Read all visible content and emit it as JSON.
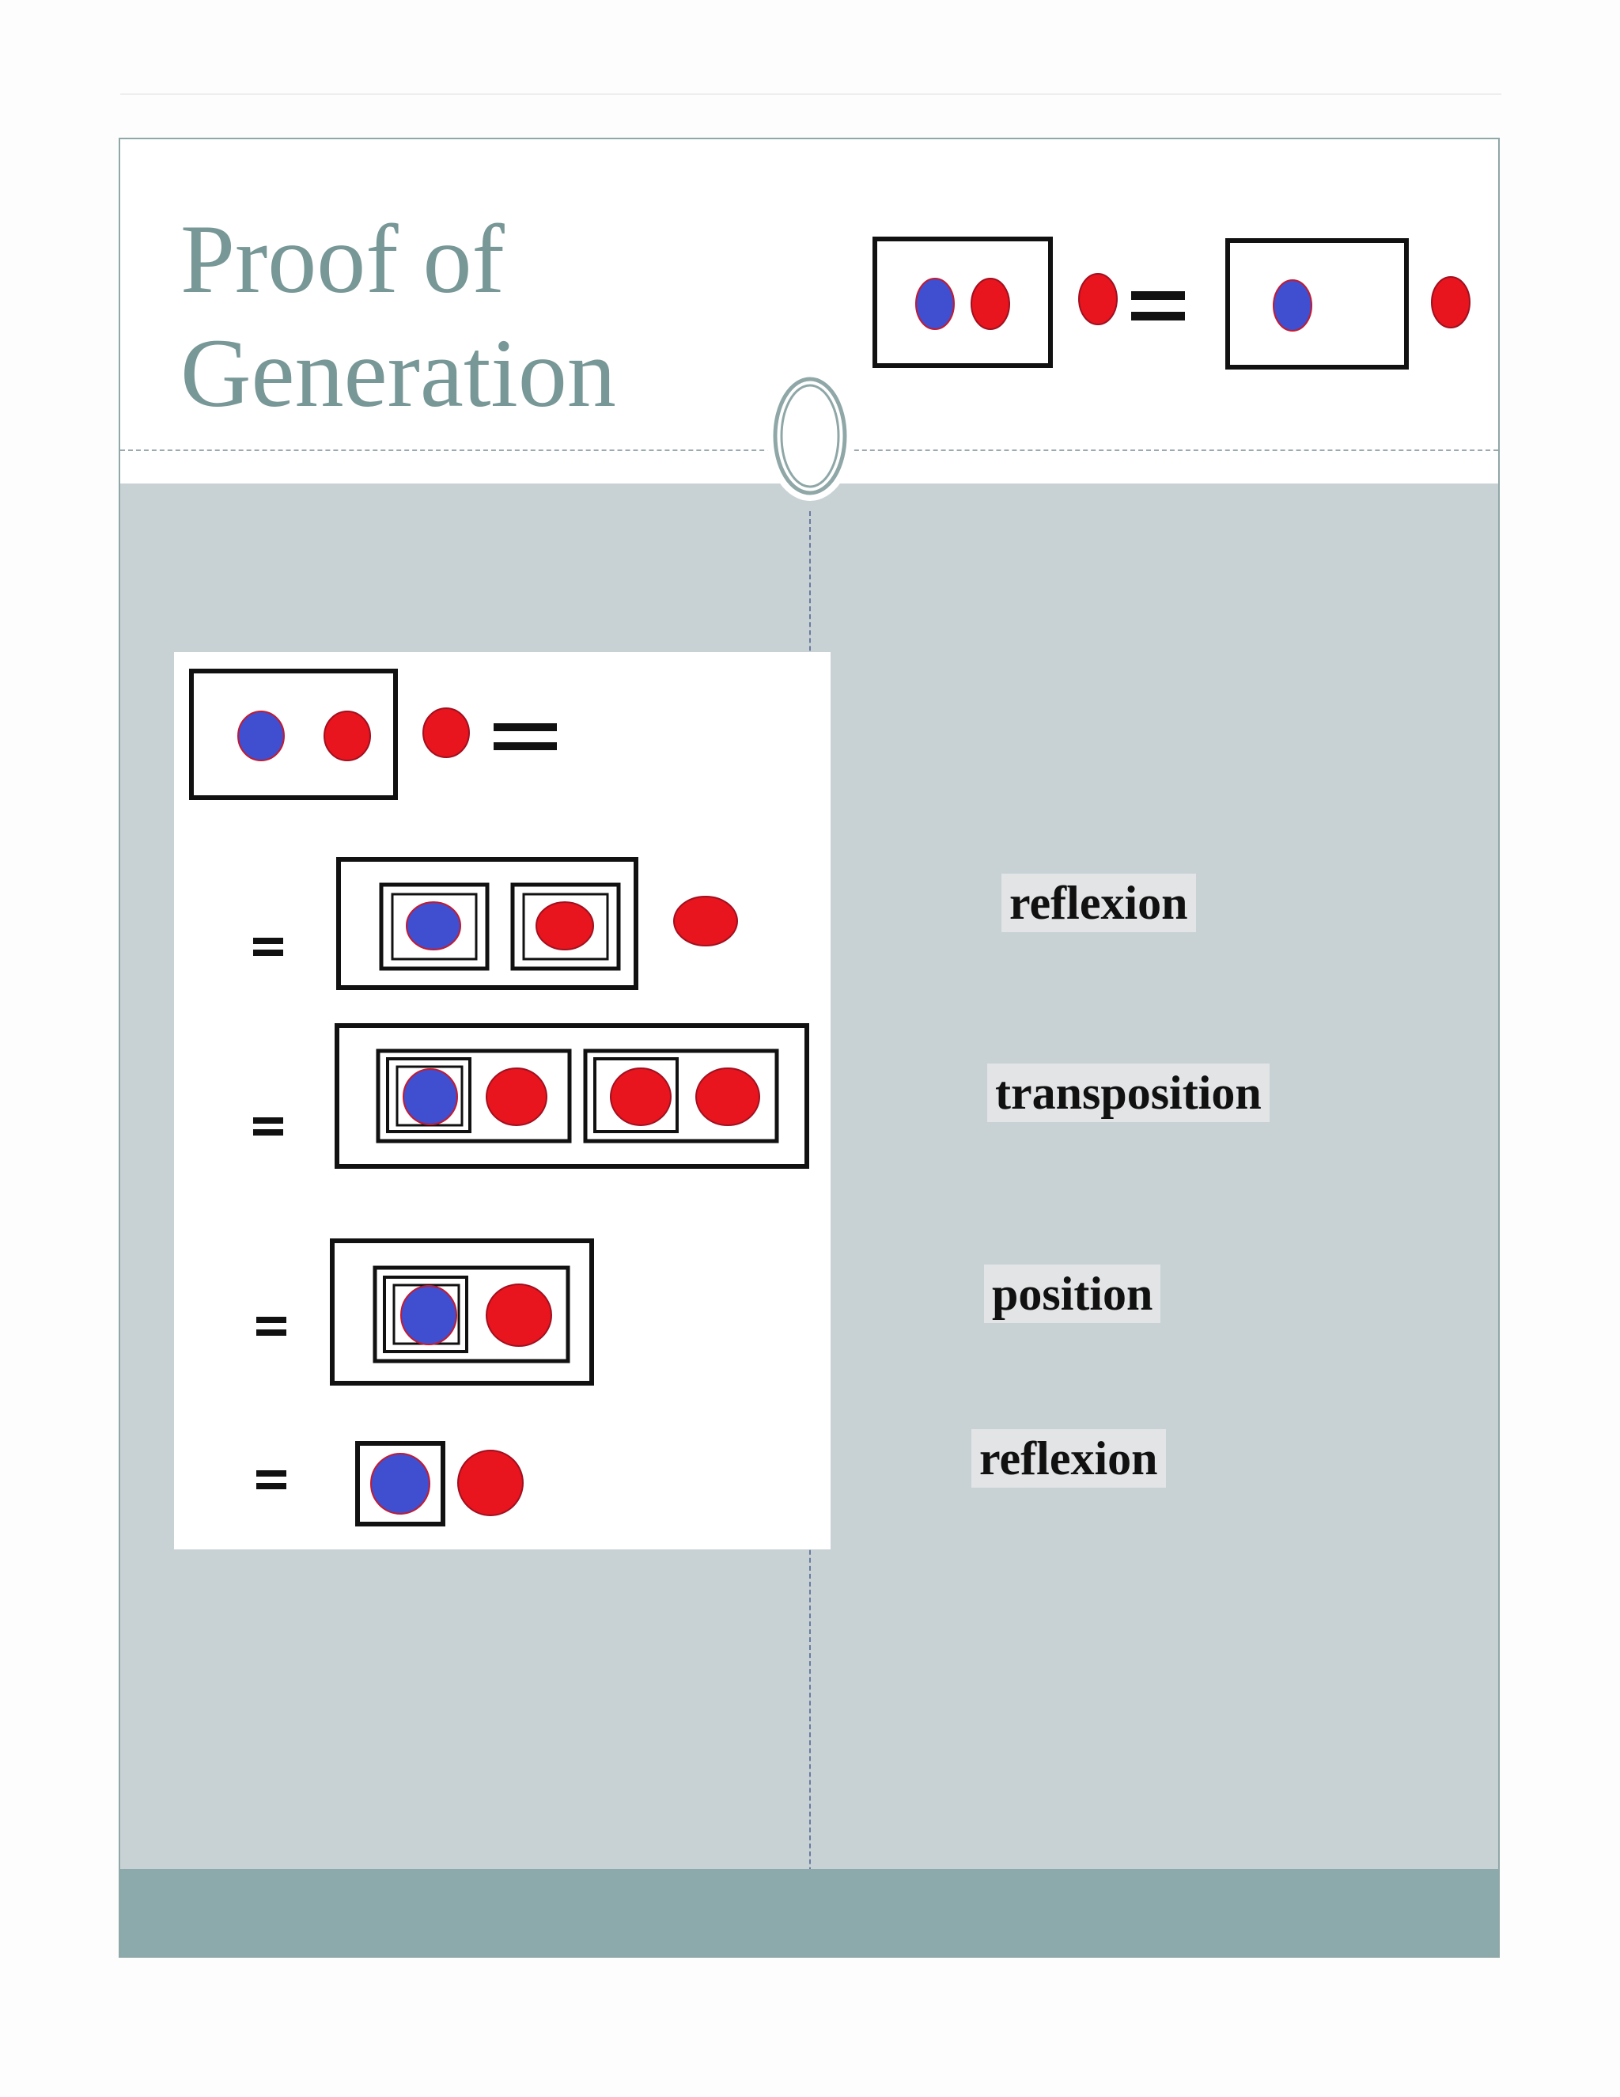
{
  "slide": {
    "title_line1": "Proof of",
    "title_line2": "Generation"
  },
  "steps": [
    {
      "label": "reflexion"
    },
    {
      "label": "transposition"
    },
    {
      "label": "position"
    },
    {
      "label": "reflexion"
    }
  ],
  "colors": {
    "blue_dot": "#3f4fd0",
    "red_dot": "#e8141e",
    "frame": "#111111",
    "title": "#789797",
    "slide_bg": "#c8d2d5",
    "footer": "#8ca9ab"
  }
}
